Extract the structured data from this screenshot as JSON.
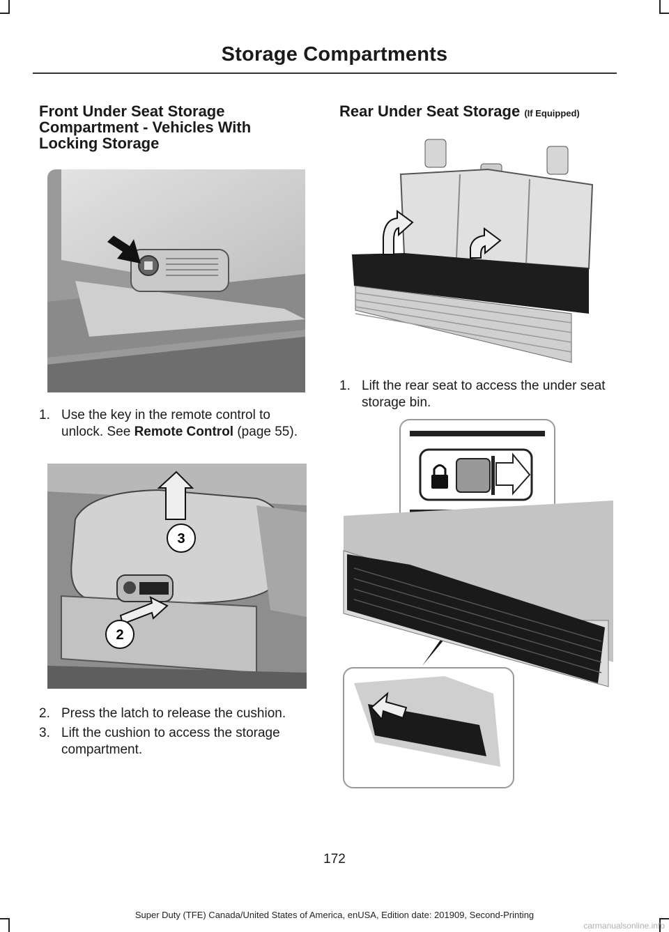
{
  "header": {
    "title": "Storage Compartments"
  },
  "left": {
    "heading": "Front Under Seat Storage Compartment - Vehicles With Locking Storage",
    "step1": {
      "num": "1.",
      "pre": "Use the key in the remote control to unlock.  See ",
      "ref": "Remote Control",
      "post": " (page 55)."
    },
    "callouts": {
      "c2": "2",
      "c3": "3"
    },
    "step2": {
      "num": "2.",
      "text": "Press the latch to release the cushion."
    },
    "step3": {
      "num": "3.",
      "text": "Lift the cushion to access the storage compartment."
    }
  },
  "right": {
    "heading": "Rear Under Seat Storage",
    "heading_suffix": "(If Equipped)",
    "step1": {
      "num": "1.",
      "text": "Lift the rear seat to access the under seat storage bin."
    }
  },
  "footer": {
    "page_number": "172",
    "edition": "Super Duty (TFE) Canada/United States of America, enUSA, Edition date: 201909, Second-Printing",
    "watermark": "carmanualsonline.info"
  }
}
